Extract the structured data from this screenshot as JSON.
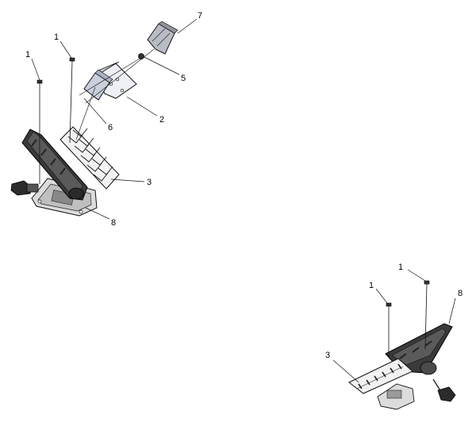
{
  "diagram": {
    "callouts_top": [
      "1",
      "1",
      "2",
      "3",
      "5",
      "6",
      "7",
      "8"
    ],
    "callouts_bottom": [
      "1",
      "1",
      "3",
      "8"
    ]
  },
  "colors": {
    "line": "#111111",
    "part_dark": "#3a3a3a",
    "part_mid": "#7a7a7a",
    "part_light": "#d9d9d9",
    "plate_fill": "#e4e7ee"
  }
}
